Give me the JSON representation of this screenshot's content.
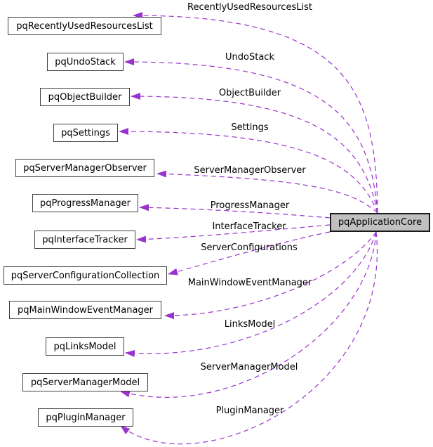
{
  "diagram": {
    "main_node": {
      "label": "pqApplicationCore"
    },
    "nodes": [
      {
        "label": "pqRecentlyUsedResourcesList"
      },
      {
        "label": "pqUndoStack"
      },
      {
        "label": "pqObjectBuilder"
      },
      {
        "label": "pqSettings"
      },
      {
        "label": "pqServerManagerObserver"
      },
      {
        "label": "pqProgressManager"
      },
      {
        "label": "pqInterfaceTracker"
      },
      {
        "label": "pqServerConfigurationCollection"
      },
      {
        "label": "pqMainWindowEventManager"
      },
      {
        "label": "pqLinksModel"
      },
      {
        "label": "pqServerManagerModel"
      },
      {
        "label": "pqPluginManager"
      }
    ],
    "edges": [
      {
        "label": "RecentlyUsedResourcesList"
      },
      {
        "label": "UndoStack"
      },
      {
        "label": "ObjectBuilder"
      },
      {
        "label": "Settings"
      },
      {
        "label": "ServerManagerObserver"
      },
      {
        "label": "ProgressManager"
      },
      {
        "label": "InterfaceTracker"
      },
      {
        "label": "ServerConfigurations"
      },
      {
        "label": "MainWindowEventManager"
      },
      {
        "label": "LinksModel"
      },
      {
        "label": "ServerManagerModel"
      },
      {
        "label": "PluginManager"
      }
    ],
    "colors": {
      "edge": "#9a32cd",
      "node_fill": "#ffffff",
      "node_border": "#404040",
      "main_node_fill": "#c0c0c0",
      "main_node_border": "#1a1a1a",
      "text": "#000000",
      "background": "#ffffff"
    }
  }
}
